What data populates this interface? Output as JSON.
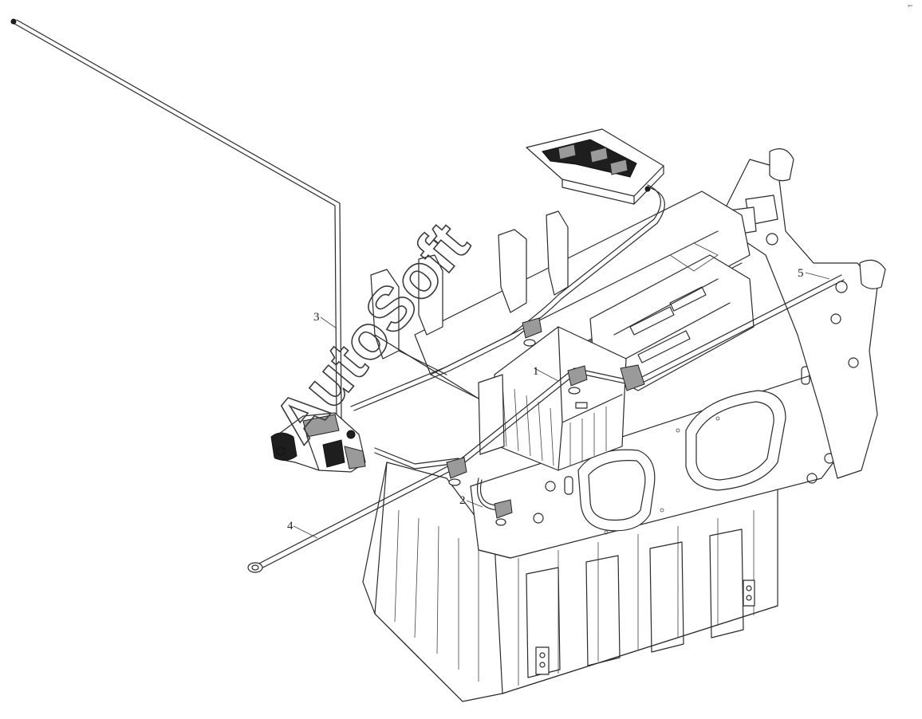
{
  "watermark": "AutoSoft",
  "corner_mark": "°“",
  "callouts": [
    {
      "id": "1",
      "label": "1"
    },
    {
      "id": "2",
      "label": "2"
    },
    {
      "id": "3",
      "label": "3"
    },
    {
      "id": "4",
      "label": "4"
    },
    {
      "id": "5",
      "label": "5"
    }
  ]
}
